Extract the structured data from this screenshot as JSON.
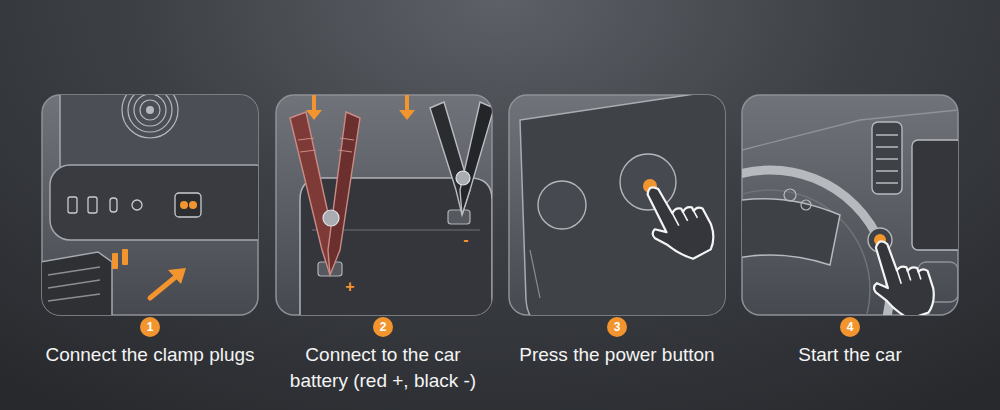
{
  "diagram": {
    "nodes": [
      {
        "text": [
          "1"
        ]
      },
      {
        "text": [
          "2"
        ]
      },
      {
        "text": [
          "3"
        ]
      },
      {
        "text": [
          "4"
        ]
      }
    ],
    "labels": [
      "Connect the clamp plugs",
      "Connect to the car battery (red +, black -)",
      "Press the power button",
      "Start the car",
      "+",
      "-"
    ]
  }
}
